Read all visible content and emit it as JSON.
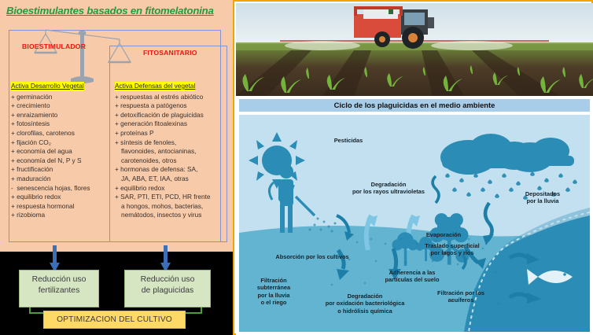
{
  "left_panel": {
    "title": "Bioestimulantes basados en fitomelatonina",
    "balance_icon": "balance-scale-icon",
    "headers": {
      "left": "BIOESTIMULADOR",
      "right": "FITOSANITARIO"
    },
    "column_left": {
      "heading": "Activa Desarrollo Vegetal",
      "items": [
        "+ germinación",
        "+ crecimiento",
        "+ enraizamiento",
        "+ fotosíntesis",
        "+ clorofilas, carotenos",
        "+ fijación CO₂",
        "+ economía del agua",
        "+ economía del N, P y S",
        "+ fructificación",
        "+ maduración",
        "-  senescencia hojas, flores",
        "+ equilibrio redox",
        "+ respuesta hormonal",
        "+ rizobioma"
      ]
    },
    "column_right": {
      "heading": "Activa Defensas del vegetal",
      "items": [
        "+ respuestas al estrés abiótico",
        "+ respuesta a patógenos",
        "+ detoxificación de plaguicidas",
        "+ generación fitoalexinas",
        "+ proteínas P",
        "+ síntesis de fenoles,",
        "flavonoides, antocianinas,",
        "carotenoides, otros",
        "+ hormonas de defensa: SA,",
        "JA, ABA, ET, IAA, otras",
        "+ equilibrio redox",
        "+ SAR, PTI, ETI, PCD, HR frente",
        "a hongos, mohos, bacterias,",
        "nemátodos, insectos y virus"
      ],
      "continuation_flags": [
        false,
        false,
        false,
        false,
        false,
        false,
        true,
        true,
        false,
        true,
        false,
        false,
        true,
        true
      ]
    },
    "outcome_boxes": [
      {
        "name": "reduccion-fertilizantes",
        "line1": "Reducción uso",
        "line2": "fertilizantes"
      },
      {
        "name": "reduccion-plaguicidas",
        "line1": "Reducción uso",
        "line2": "de plaguicidas"
      }
    ],
    "optimization_label": "OPTIMIZACION DEL CULTIVO",
    "colors": {
      "background": "#f7caa9",
      "title_green": "#1f9c3d",
      "header_red": "#e8170f",
      "highlight_yellow": "#ffff00",
      "green_box": "#d6e6c3",
      "optimization_yellow": "#ffd966",
      "arrow_blue": "#3b6fb6",
      "loop_green": "#4f9c3a"
    }
  },
  "right_panel": {
    "photo": {
      "name": "tractor-spraying-crops-photo",
      "description": "Tractor con pulverizador fumigando un campo de maíz"
    },
    "diagram": {
      "title": "Ciclo de los plaguicidas en el medio ambiente",
      "labels": [
        {
          "id": "pesticidas",
          "text": "Pesticidas"
        },
        {
          "id": "degradacion-uv",
          "line1": "Degradación",
          "line2": "por los rayos ultravioletas"
        },
        {
          "id": "depositados-lluvia",
          "line1": "Depositados",
          "line2": "por la lluvia"
        },
        {
          "id": "evaporacion",
          "text": "Evaporación"
        },
        {
          "id": "absorcion-cultivos",
          "text": "Absorción por los cultivos"
        },
        {
          "id": "traslado-superficial",
          "line1": "Traslado superficial",
          "line2": "por lagos y ríos"
        },
        {
          "id": "adherencia-particulas",
          "line1": "Adherencia a las",
          "line2": "partículas del suelo"
        },
        {
          "id": "filtracion-subterranea",
          "line1": "Filtración",
          "line2": "subterránea",
          "line3": "por la lluvia",
          "line4": "o el riego"
        },
        {
          "id": "degradacion-oxidacion",
          "line1": "Degradación",
          "line2": "por oxidación bacteriológica",
          "line3": "o hidrólisis química"
        },
        {
          "id": "filtracion-acuiferos",
          "line1": "Filtración por los",
          "line2": "acuíferos"
        }
      ],
      "icons": [
        "sun-icon",
        "cloud-rain-icon",
        "farmer-spraying-icon",
        "tree-icon",
        "fish-icon",
        "arrow-icon"
      ],
      "colors": {
        "sky": "#c3e0f0",
        "soil": "#63b4d1",
        "water": "#2b8cb5",
        "accent": "#1d7fa8",
        "title_bar": "#a8cde8",
        "frame": "#f0a500"
      }
    }
  }
}
